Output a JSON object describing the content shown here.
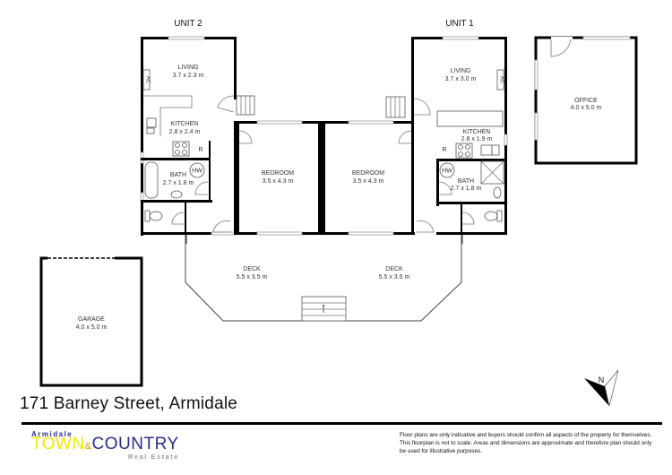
{
  "plan": {
    "units": [
      {
        "title": "UNIT 2"
      },
      {
        "title": "UNIT 1"
      }
    ],
    "rooms": {
      "u2_living": {
        "name": "LIVING",
        "dims": "3.7 x 2.3 m"
      },
      "u2_kitchen": {
        "name": "KITCHEN",
        "dims": "2.8 x 2.4 m"
      },
      "u2_bath": {
        "name": "BATH",
        "dims": "2.7 x 1.8 m"
      },
      "u2_bedroom": {
        "name": "BEDROOM",
        "dims": "3.5 x 4.3 m"
      },
      "u1_living": {
        "name": "LIVING",
        "dims": "3.7 x 3.0 m"
      },
      "u1_kitchen": {
        "name": "KITCHEN",
        "dims": "2.8 x 1.9 m"
      },
      "u1_bath": {
        "name": "BATH",
        "dims": "2.7 x 1.8 m"
      },
      "u1_bedroom": {
        "name": "BEDROOM",
        "dims": "3.5 x 4.3 m"
      },
      "office": {
        "name": "OFFICE",
        "dims": "4.0 x 5.0 m"
      },
      "deck_left": {
        "name": "DECK",
        "dims": "5.5 x 3.5 m"
      },
      "deck_right": {
        "name": "DECK",
        "dims": "5.5 x 3.5 m"
      },
      "garage": {
        "name": "GARAGE",
        "dims": "4.0 x 5.0 m"
      }
    },
    "fixtures": {
      "ac": "AC",
      "hot_water": "HW",
      "fridge": "R"
    },
    "compass": {
      "label": "N"
    }
  },
  "footer": {
    "address": "171 Barney Street, Armidale",
    "brand": {
      "top": "Armidale",
      "town": "TOWN",
      "amp": "&",
      "country": "COUNTRY",
      "sub": "Real Estate"
    },
    "disclaimer": "Floor plans are only indicative and buyers should confirm all aspects of the property for themselves. This floorplan is not to scale. Areas and dimensions are approximate and therefore plan should only be used for illustrative purposes."
  }
}
